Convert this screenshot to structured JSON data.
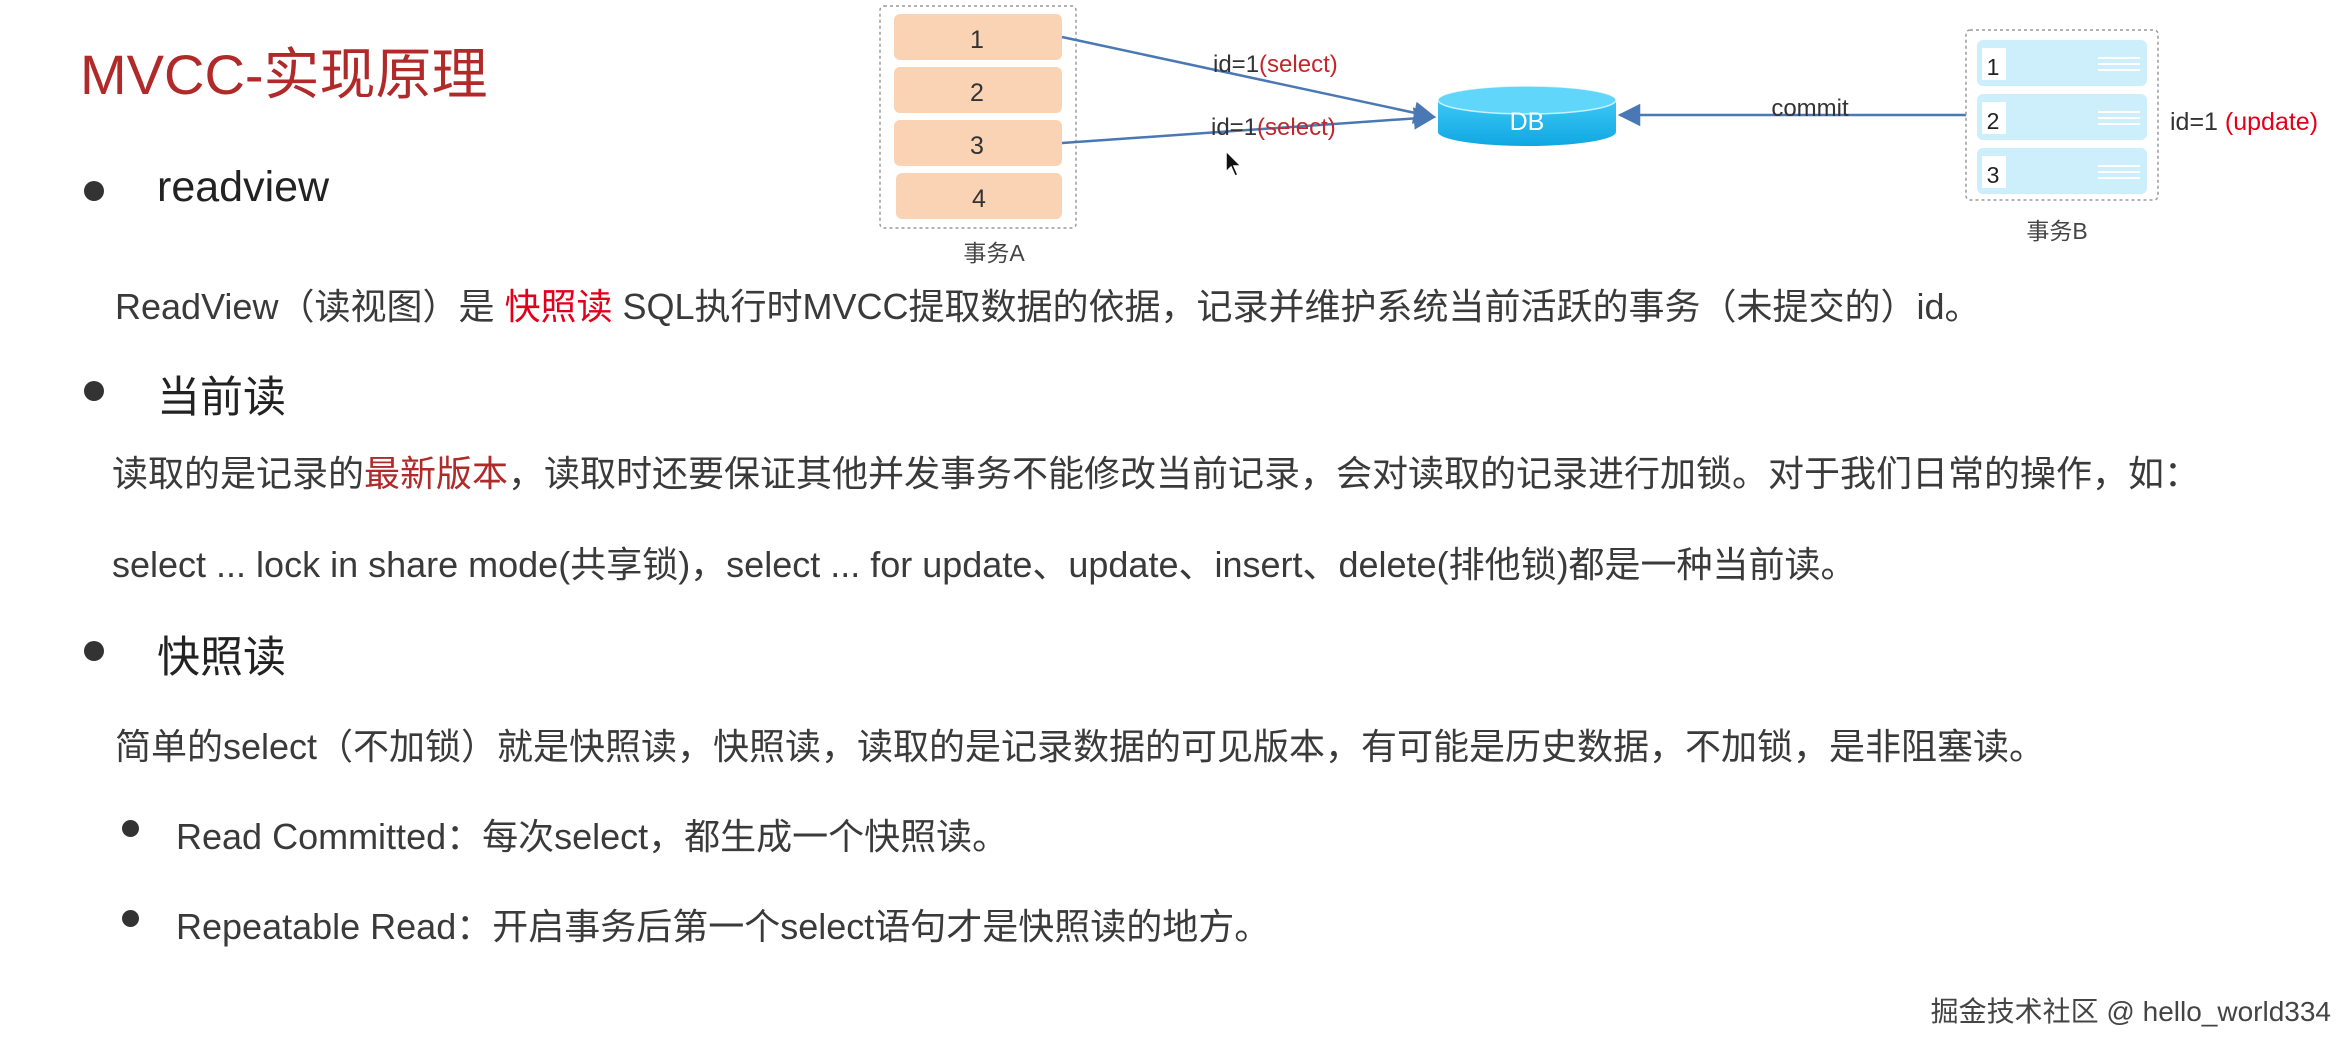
{
  "title": "MVCC-实现原理",
  "sections": {
    "readview": {
      "heading": "readview",
      "desc_pre": "ReadView（读视图）是 ",
      "desc_highlight": "快照读",
      "desc_post": " SQL执行时MVCC提取数据的依据，记录并维护系统当前活跃的事务（未提交的）id。"
    },
    "current_read": {
      "heading": "当前读",
      "line1_pre": "读取的是记录的",
      "line1_highlight": "最新版本",
      "line1_post": "，读取时还要保证其他并发事务不能修改当前记录，会对读取的记录进行加锁。对于我们日常的操作，如：",
      "line2": "select ... lock in share mode(共享锁)，select ... for update、update、insert、delete(排他锁)都是一种当前读。"
    },
    "snapshot_read": {
      "heading": "快照读",
      "desc": "简单的select（不加锁）就是快照读，快照读，读取的是记录数据的可见版本，有可能是历史数据，不加锁，是非阻塞读。",
      "items": [
        "Read Committed：每次select，都生成一个快照读。",
        "Repeatable Read：开启事务后第一个select语句才是快照读的地方。"
      ]
    }
  },
  "diagram": {
    "txA": {
      "label": "事务A",
      "steps": [
        "1",
        "2",
        "3",
        "4"
      ]
    },
    "txB": {
      "label": "事务B",
      "steps": [
        "1",
        "2",
        "3"
      ]
    },
    "db_label": "DB",
    "arrow1": {
      "prefix": "id=1",
      "highlight": "(select)"
    },
    "arrow2": {
      "prefix": "id=1",
      "highlight": "(select)"
    },
    "commit_label": "commit",
    "update_note": {
      "prefix": "id=1 ",
      "highlight": "(update)"
    }
  },
  "watermark": "掘金技术社区 @ hello_world334",
  "colors": {
    "title": "#b12a2a",
    "highlight": "#e3001b",
    "txA_box": "#f9d3b4",
    "txB_box": "#cdeffb",
    "db": "#1fb8f0",
    "arrow": "#4a78b5"
  }
}
